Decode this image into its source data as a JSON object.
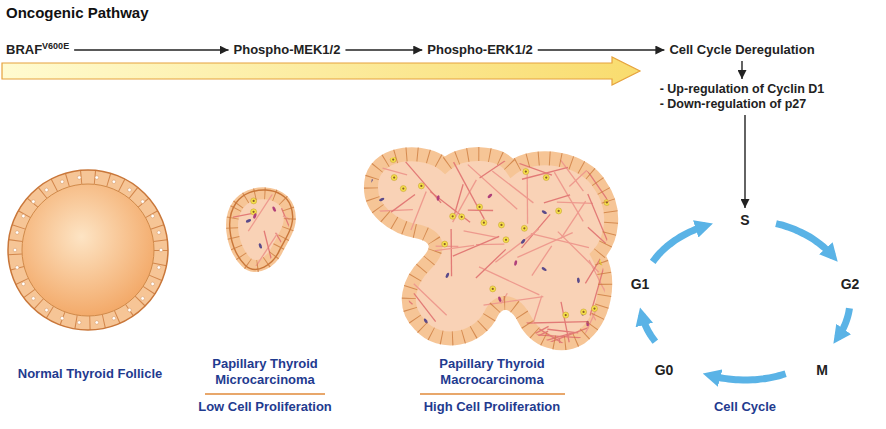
{
  "diagram": {
    "title": "Oncogenic Pathway",
    "nodes": [
      {
        "text": [
          "BRAF",
          "V600E"
        ]
      },
      {
        "text": [
          "Phospho-MEK1/2"
        ]
      },
      {
        "text": [
          "Phospho-ERK1/2"
        ]
      },
      {
        "text": [
          "Cell Cycle Deregulation"
        ]
      },
      {
        "text": [
          "- Up-regulation of Cyclin D1",
          "- Down-regulation of p27"
        ]
      },
      {
        "text": [
          "S"
        ]
      },
      {
        "text": [
          "G2"
        ]
      },
      {
        "text": [
          "M"
        ]
      },
      {
        "text": [
          "G0"
        ]
      },
      {
        "text": [
          "G1"
        ]
      }
    ],
    "edges": [
      {
        "from": 0,
        "to": 1,
        "arrow": "to"
      },
      {
        "from": 1,
        "to": 2,
        "arrow": "to"
      },
      {
        "from": 2,
        "to": 3,
        "arrow": "to"
      },
      {
        "from": 3,
        "to": 4,
        "arrow": "to"
      },
      {
        "from": 4,
        "to": 5,
        "arrow": "to"
      },
      {
        "from": 5,
        "to": 6,
        "arrow": "to"
      },
      {
        "from": 6,
        "to": 7,
        "arrow": "to"
      },
      {
        "from": 7,
        "to": 8,
        "arrow": "to"
      },
      {
        "from": 8,
        "to": 9,
        "arrow": "to"
      },
      {
        "from": 9,
        "to": 5,
        "arrow": "to"
      }
    ],
    "labels": [
      "Normal Thyroid Follicle",
      "Papillary Thyroid Microcarcinoma",
      "Low Cell Proliferation",
      "Papillary Thyroid Macrocarcinoma",
      "High Cell Proliferation",
      "Cell Cycle"
    ]
  }
}
